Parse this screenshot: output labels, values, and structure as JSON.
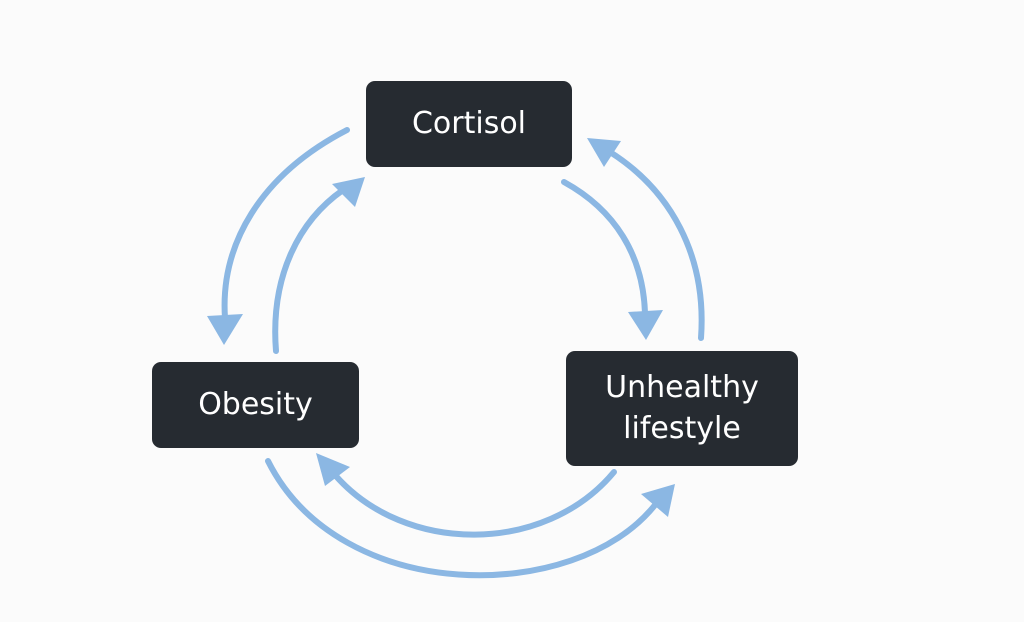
{
  "diagram": {
    "arrow_color": "#8bb7e3",
    "node_color": "#262b31",
    "nodes": {
      "cortisol": "Cortisol",
      "obesity": "Obesity",
      "lifestyle": "Unhealthy\nlifestyle"
    }
  }
}
